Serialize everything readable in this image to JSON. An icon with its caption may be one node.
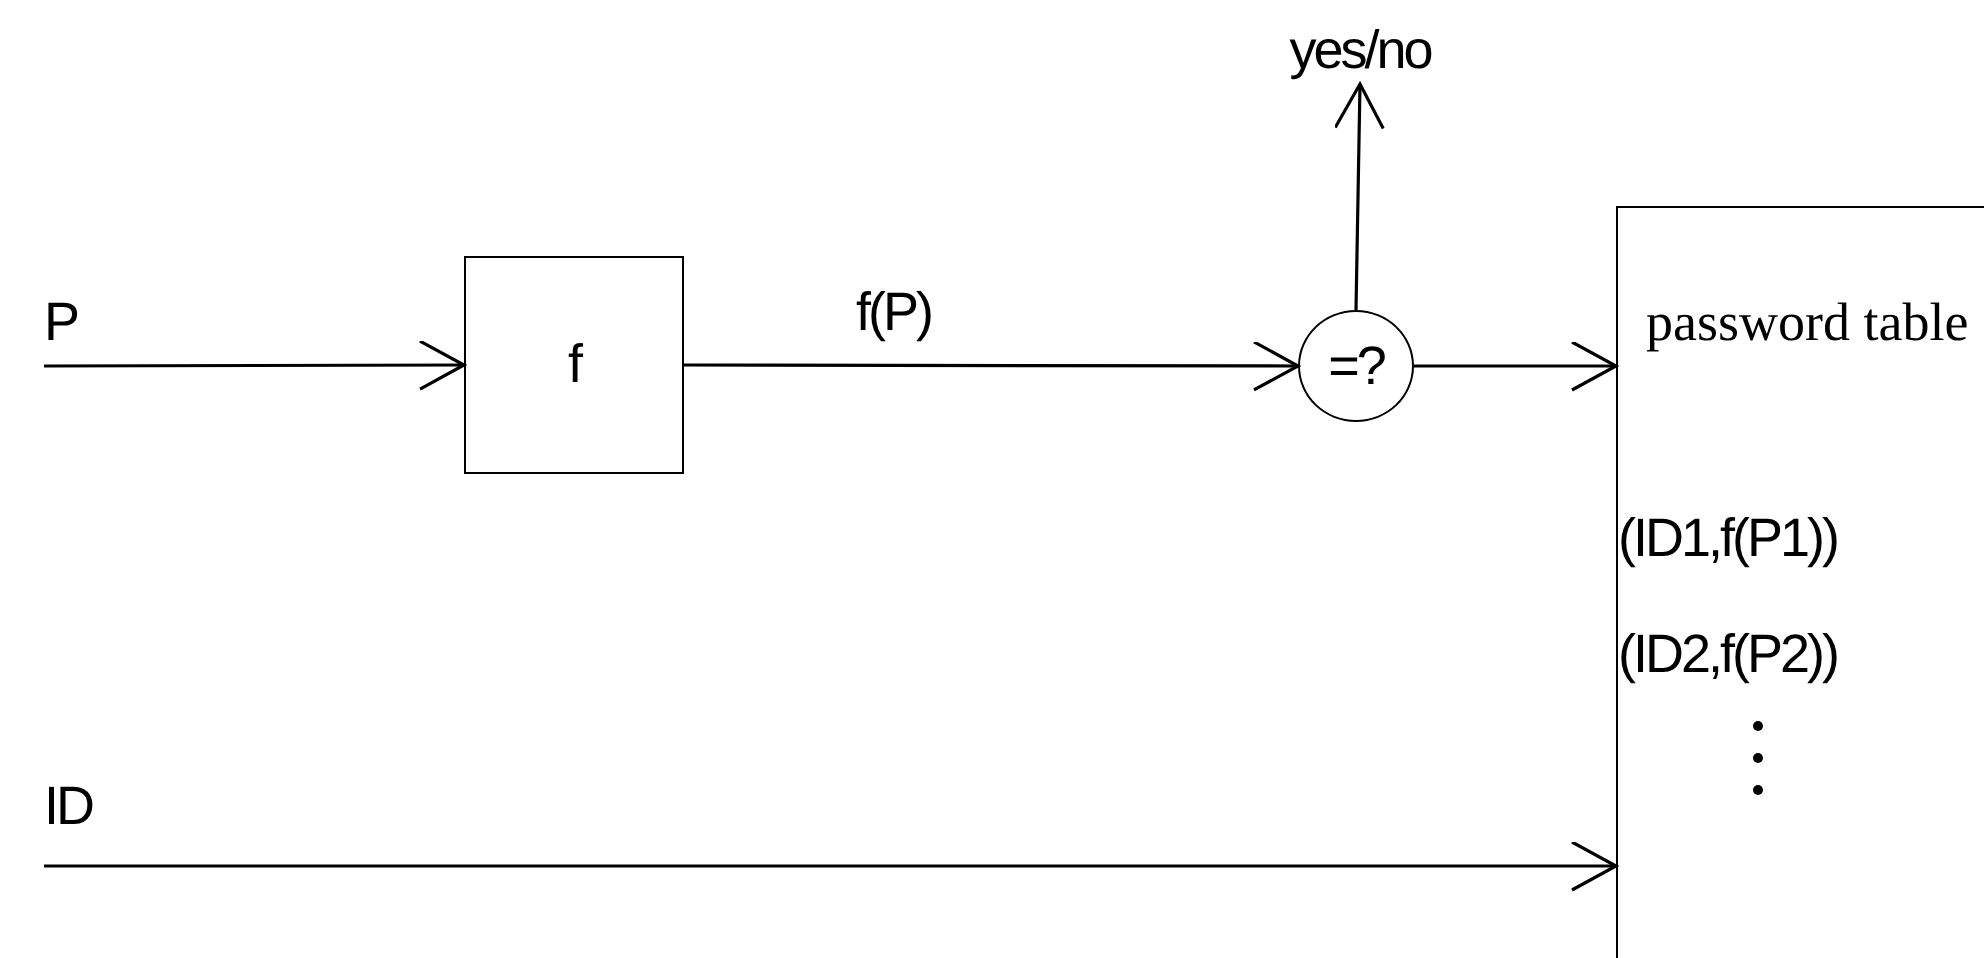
{
  "diagram": {
    "nodes": [
      {
        "text": [
          "f"
        ]
      },
      {
        "text": [
          "=?"
        ]
      },
      {
        "text": [
          "yes/no"
        ]
      },
      {
        "text": [
          "password table",
          "(ID1,f(P1))",
          "(ID2,f(P2))"
        ]
      }
    ],
    "edges": [
      {
        "from": null,
        "to": 0,
        "arrow": "to",
        "label": "P"
      },
      {
        "from": 0,
        "to": 1,
        "arrow": "to",
        "label": "f(P)"
      },
      {
        "from": 1,
        "to": 2,
        "arrow": "to"
      },
      {
        "from": 1,
        "to": 3,
        "arrow": "to"
      },
      {
        "from": null,
        "to": 3,
        "arrow": "to",
        "label": "ID"
      }
    ]
  }
}
